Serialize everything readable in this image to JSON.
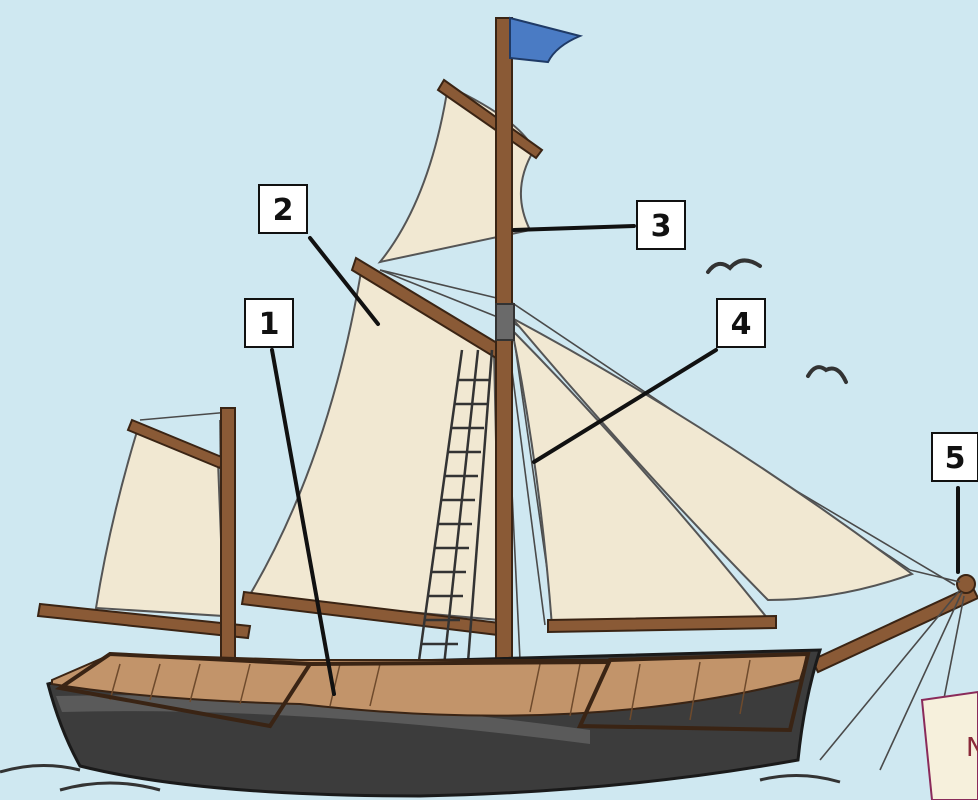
{
  "labels": [
    {
      "id": "label-1",
      "text": "1"
    },
    {
      "id": "label-2",
      "text": "2"
    },
    {
      "id": "label-3",
      "text": "3"
    },
    {
      "id": "label-4",
      "text": "4"
    },
    {
      "id": "label-5",
      "text": "5"
    }
  ],
  "note": {
    "text": "N"
  },
  "colors": {
    "sky": "#cfe8f1",
    "sail": "#f1e8d2",
    "wood": "#8a5a36",
    "deck": "#c2946a",
    "hull": "#3c3c3c",
    "flag": "#4a7bc4"
  }
}
